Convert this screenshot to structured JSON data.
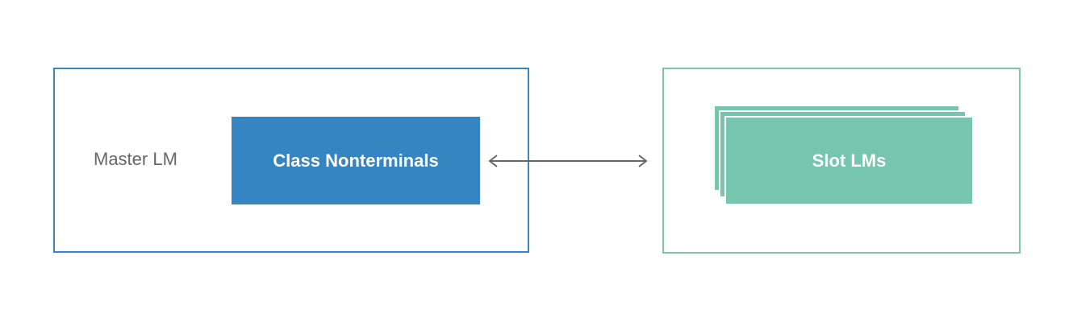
{
  "master": {
    "label": "Master LM"
  },
  "class_nonterminals": {
    "label": "Class Nonterminals"
  },
  "slots": {
    "label": "Slot LMs"
  },
  "colors": {
    "master_border": "#3a86c2",
    "class_fill": "#3585c3",
    "slot_fill": "#76c5ad",
    "slot_border": "#79c5ad",
    "arrow": "#666666",
    "label_text": "#666666"
  }
}
